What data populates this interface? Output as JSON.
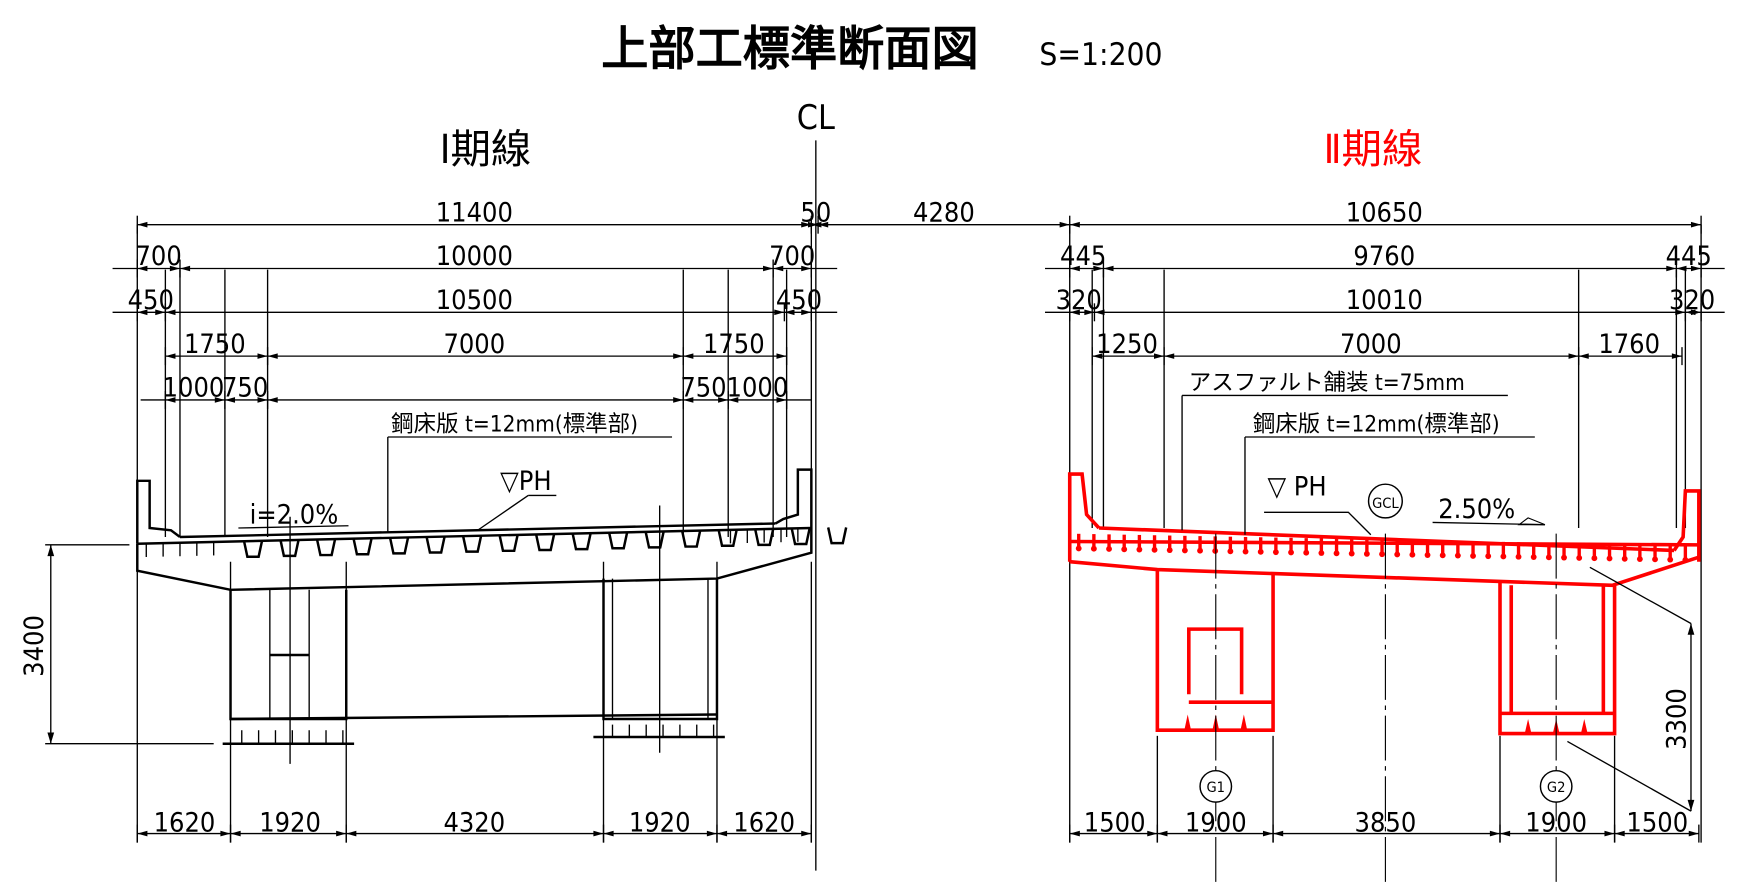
{
  "title": "上部工標準断面図",
  "scale": "S=1:200",
  "centerline": "CL",
  "colors": {
    "phase2": "#ff0000",
    "phase1": "#000000"
  },
  "phase1": {
    "label": "Ⅰ期線",
    "row1": {
      "total": "11400",
      "gap": "50"
    },
    "row2": [
      "700",
      "10000",
      "700"
    ],
    "row3": [
      "450",
      "10500",
      "450"
    ],
    "row4": [
      "1750",
      "7000",
      "1750"
    ],
    "row5": [
      "1000",
      "750",
      "750",
      "1000"
    ],
    "deck_note": "鋼床版  t=12mm(標準部)",
    "ph": "▽PH",
    "slope": "i=2.0%",
    "height": "3400",
    "bottom": [
      "1620",
      "1920",
      "4320",
      "1920",
      "1620"
    ]
  },
  "separation": "4280",
  "phase2": {
    "label": "Ⅱ期線",
    "row1": {
      "total": "10650"
    },
    "row2": [
      "445",
      "9760",
      "445"
    ],
    "row3": [
      "320",
      "10010",
      "320"
    ],
    "row4": [
      "1250",
      "7000",
      "1760"
    ],
    "pavement_note": "アスファルト舗装  t=75mm",
    "deck_note": "鋼床版  t=12mm(標準部)",
    "ph": "▽ PH",
    "gcl": "GCL",
    "slope": "2.50%",
    "girders": [
      "G1",
      "G2"
    ],
    "height": "3300",
    "bottom": [
      "1500",
      "1900",
      "3850",
      "1900",
      "1500"
    ]
  }
}
